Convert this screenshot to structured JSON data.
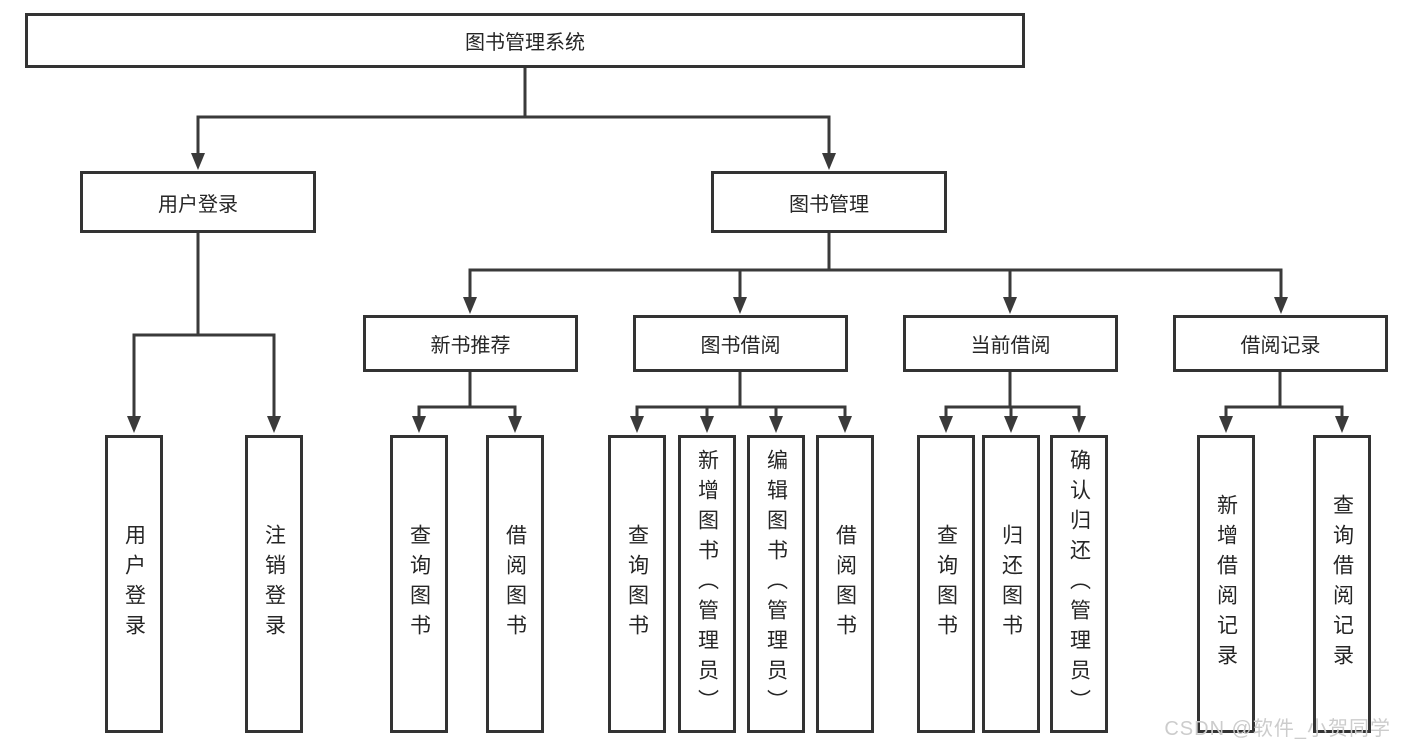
{
  "diagram_title": "图书管理系统",
  "nodes": {
    "root": {
      "label": "图书管理系统"
    },
    "level2": [
      {
        "label": "用户登录"
      },
      {
        "label": "图书管理"
      }
    ],
    "level3": [
      {
        "label": "新书推荐",
        "parent": "图书管理"
      },
      {
        "label": "图书借阅",
        "parent": "图书管理"
      },
      {
        "label": "当前借阅",
        "parent": "图书管理"
      },
      {
        "label": "借阅记录",
        "parent": "图书管理"
      }
    ]
  },
  "leaves": [
    {
      "label": "用户登录",
      "parent": "用户登录"
    },
    {
      "label": "注销登录",
      "parent": "用户登录"
    },
    {
      "label": "查询图书",
      "parent": "新书推荐"
    },
    {
      "label": "借阅图书",
      "parent": "新书推荐"
    },
    {
      "label": "查询图书",
      "parent": "图书借阅"
    },
    {
      "label": "新增图书（管理员）",
      "parent": "图书借阅"
    },
    {
      "label": "编辑图书（管理员）",
      "parent": "图书借阅"
    },
    {
      "label": "借阅图书",
      "parent": "图书借阅"
    },
    {
      "label": "查询图书",
      "parent": "当前借阅"
    },
    {
      "label": "归还图书",
      "parent": "当前借阅"
    },
    {
      "label": "确认归还（管理员）",
      "parent": "当前借阅"
    },
    {
      "label": "新增借阅记录",
      "parent": "借阅记录"
    },
    {
      "label": "查询借阅记录",
      "parent": "借阅记录"
    }
  ],
  "watermark": "CSDN @软件_小贺同学",
  "colors": {
    "line": "#3a3a3a",
    "border": "#333333",
    "text": "#262626",
    "watermark": "#cccccc",
    "background": "#ffffff"
  }
}
